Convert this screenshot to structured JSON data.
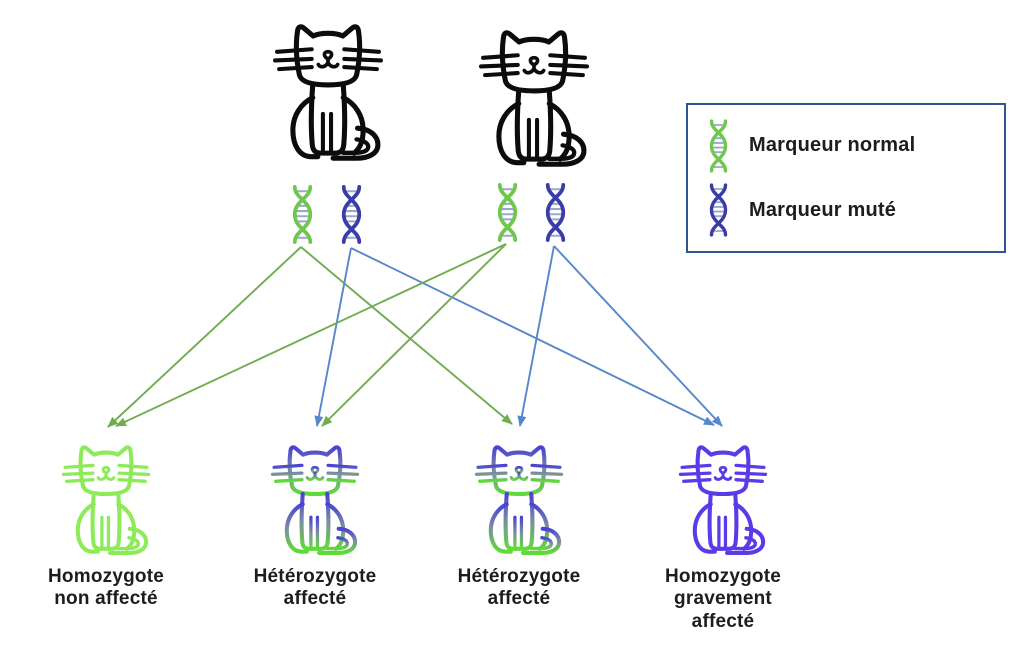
{
  "canvas": {
    "background": "#ffffff"
  },
  "parents": [
    {
      "id": "parent-1",
      "markers": [
        {
          "type": "normal"
        },
        {
          "type": "muté"
        }
      ]
    },
    {
      "id": "parent-2",
      "markers": [
        {
          "type": "normal"
        },
        {
          "type": "muté"
        }
      ]
    }
  ],
  "offspring": [
    {
      "id": "kitten-1",
      "label_lines": [
        "Homozygote",
        "non affecté"
      ]
    },
    {
      "id": "kitten-2",
      "label_lines": [
        "Hétérozygote",
        "affecté"
      ]
    },
    {
      "id": "kitten-3",
      "label_lines": [
        "Hétérozygote",
        "affecté"
      ]
    },
    {
      "id": "kitten-4",
      "label_lines": [
        "Homozygote",
        "gravement",
        "affecté"
      ]
    }
  ],
  "edges": [
    {
      "from": "parent-1-marqueur-normal",
      "to": "kitten-1",
      "type": "normal"
    },
    {
      "from": "parent-1-marqueur-normal",
      "to": "kitten-3",
      "type": "normal"
    },
    {
      "from": "parent-1-marqueur-mute",
      "to": "kitten-2",
      "type": "muté"
    },
    {
      "from": "parent-1-marqueur-mute",
      "to": "kitten-4",
      "type": "muté"
    },
    {
      "from": "parent-2-marqueur-normal",
      "to": "kitten-1",
      "type": "normal"
    },
    {
      "from": "parent-2-marqueur-normal",
      "to": "kitten-2",
      "type": "normal"
    },
    {
      "from": "parent-2-marqueur-mute",
      "to": "kitten-3",
      "type": "muté"
    },
    {
      "from": "parent-2-marqueur-mute",
      "to": "kitten-4",
      "type": "muté"
    }
  ],
  "legend": {
    "items": [
      {
        "icon": "dna-normal-icon",
        "label": "Marqueur normal"
      },
      {
        "icon": "dna-mute-icon",
        "label": "Marqueur muté"
      }
    ]
  },
  "colors": {
    "parent_cat": "#0c0c0c",
    "kitten_homozygote_non_affecte": "#8DEB5A",
    "kitten_homozygote_gravement_affecte": "#5B3AE8",
    "kitten_heterozygote_gradient": [
      "#4A42D4",
      "#7B8BA3",
      "#5FDC38"
    ],
    "marker_normal": "#70C74D",
    "marker_mute": "#3B3CA8",
    "dna_rungs": "#9AA8CE",
    "arrow_normal": "#71AC50",
    "arrow_mute": "#5687CA",
    "legend_border": "#2F5597",
    "label_text": "#1d1d1d"
  }
}
